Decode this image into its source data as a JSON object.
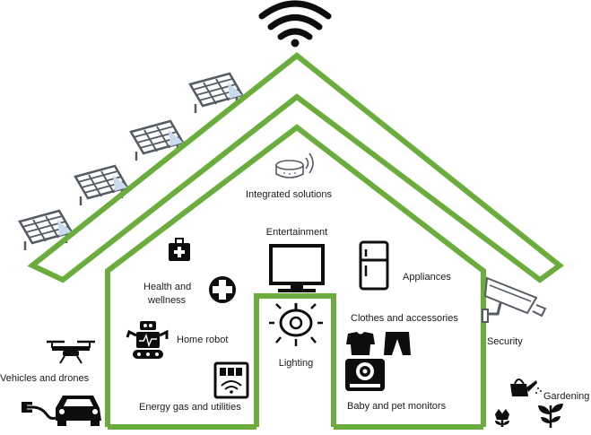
{
  "colors": {
    "house_green": "#6aad3d",
    "icon_black": "#0d0d0d",
    "solar_frame": "#555b63",
    "solar_glass": "#c9dbee",
    "background": "#ffffff"
  },
  "labels": {
    "integrated_solutions": "Integrated solutions",
    "entertainment": "Entertainment",
    "appliances": "Appliances",
    "health_line1": "Health and",
    "health_line2": "wellness",
    "home_robot": "Home robot",
    "clothes": "Clothes and accessories",
    "lighting": "Lighting",
    "security": "Security",
    "vehicles": "Vehicles and drones",
    "energy": "Energy gas and utilities",
    "baby": "Baby and pet monitors",
    "gardening": "Gardening"
  },
  "icons": [
    "wifi-icon",
    "solar-panel-icon",
    "smart-speaker-icon",
    "tv-icon",
    "fridge-icon",
    "first-aid-kit-icon",
    "medical-cross-icon",
    "robot-icon",
    "ceiling-light-icon",
    "tshirt-icon",
    "trousers-icon",
    "baby-camera-icon",
    "security-camera-icon",
    "drone-icon",
    "electric-car-icon",
    "utility-meter-icon",
    "watering-can-icon",
    "plant-icon"
  ]
}
